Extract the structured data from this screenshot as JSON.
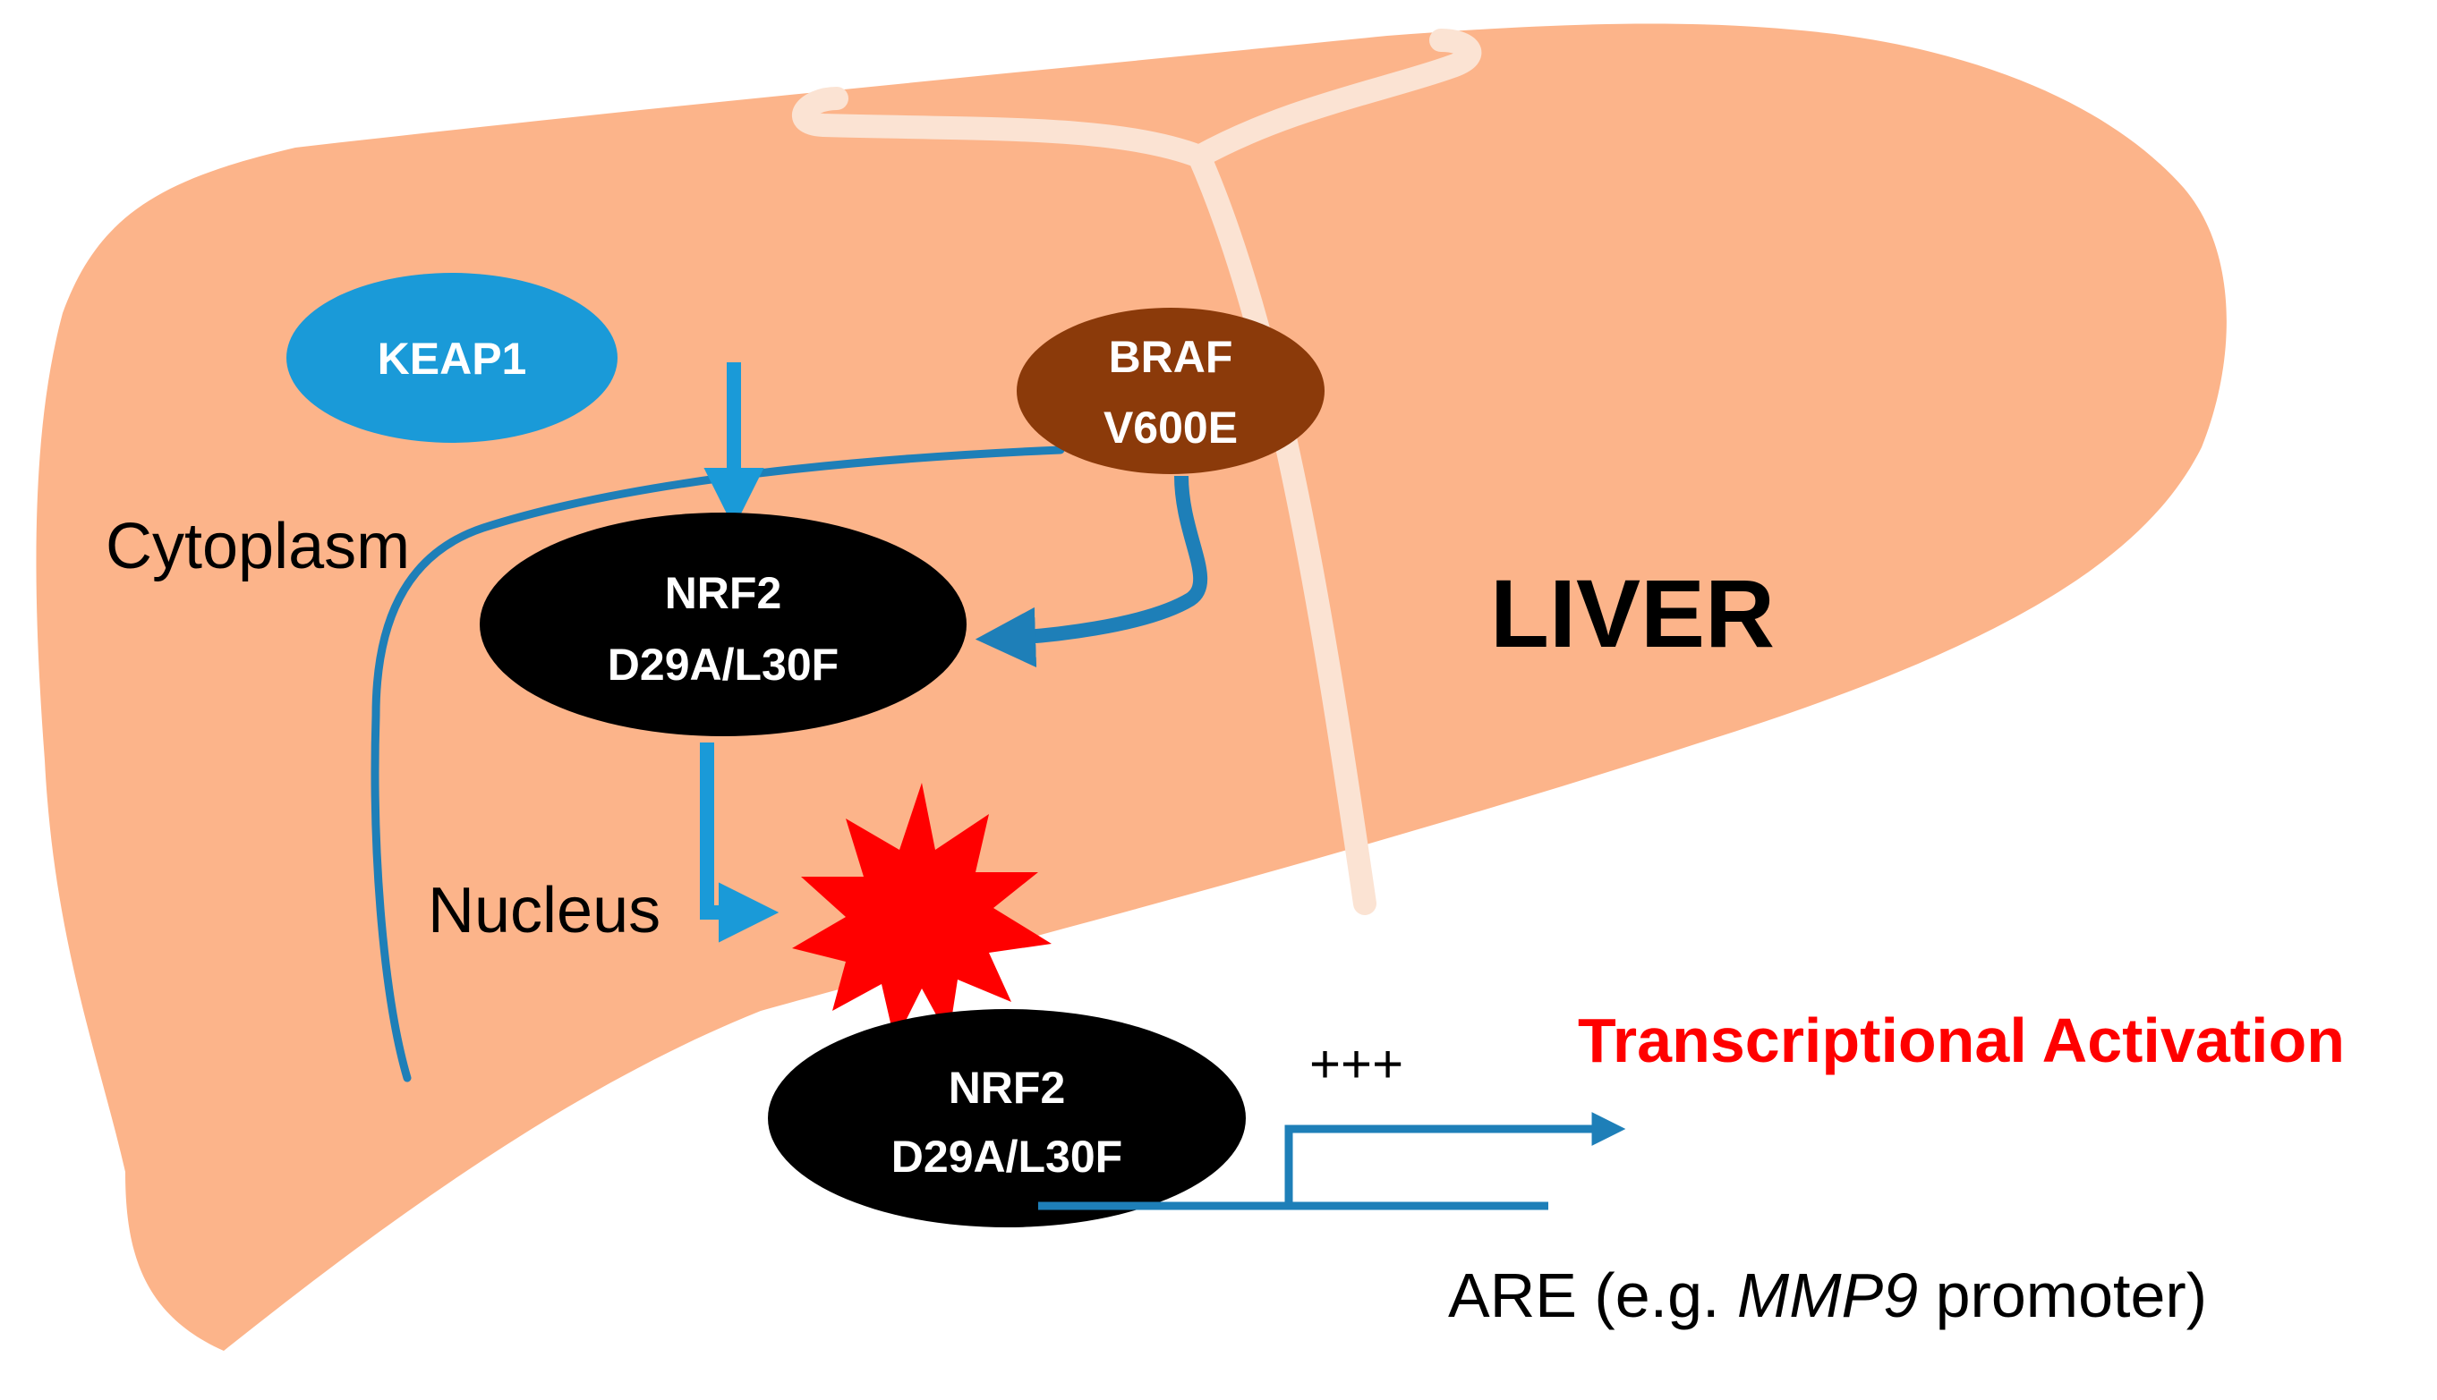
{
  "diagram": {
    "organ_label": "LIVER",
    "cytoplasm_label": "Cytoplasm",
    "nucleus_label": "Nucleus",
    "keap1_label": "KEAP1",
    "braf": {
      "line1": "BRAF",
      "line2": "V600E"
    },
    "nrf2_cytoplasm": {
      "line1": "NRF2",
      "line2": "D29A/L30F"
    },
    "nrf2_nucleus": {
      "line1": "NRF2",
      "line2": "D29A/L30F"
    },
    "plus_marks": "+++",
    "activation_label": "Transcriptional Activation",
    "are_label": {
      "prefix": "ARE (e.g. ",
      "gene": "MMP9",
      "suffix": " promoter)"
    },
    "colors": {
      "liver": "#FCB48A",
      "vessel": "#FBE3D3",
      "keap1": "#1A9AD8",
      "braf": "#8B3A0A",
      "nrf2": "#000000",
      "arrow_blue": "#1A9AD8",
      "membrane": "#1E7FB8",
      "burst": "#FF0000",
      "activation_text": "#FF0000"
    }
  }
}
